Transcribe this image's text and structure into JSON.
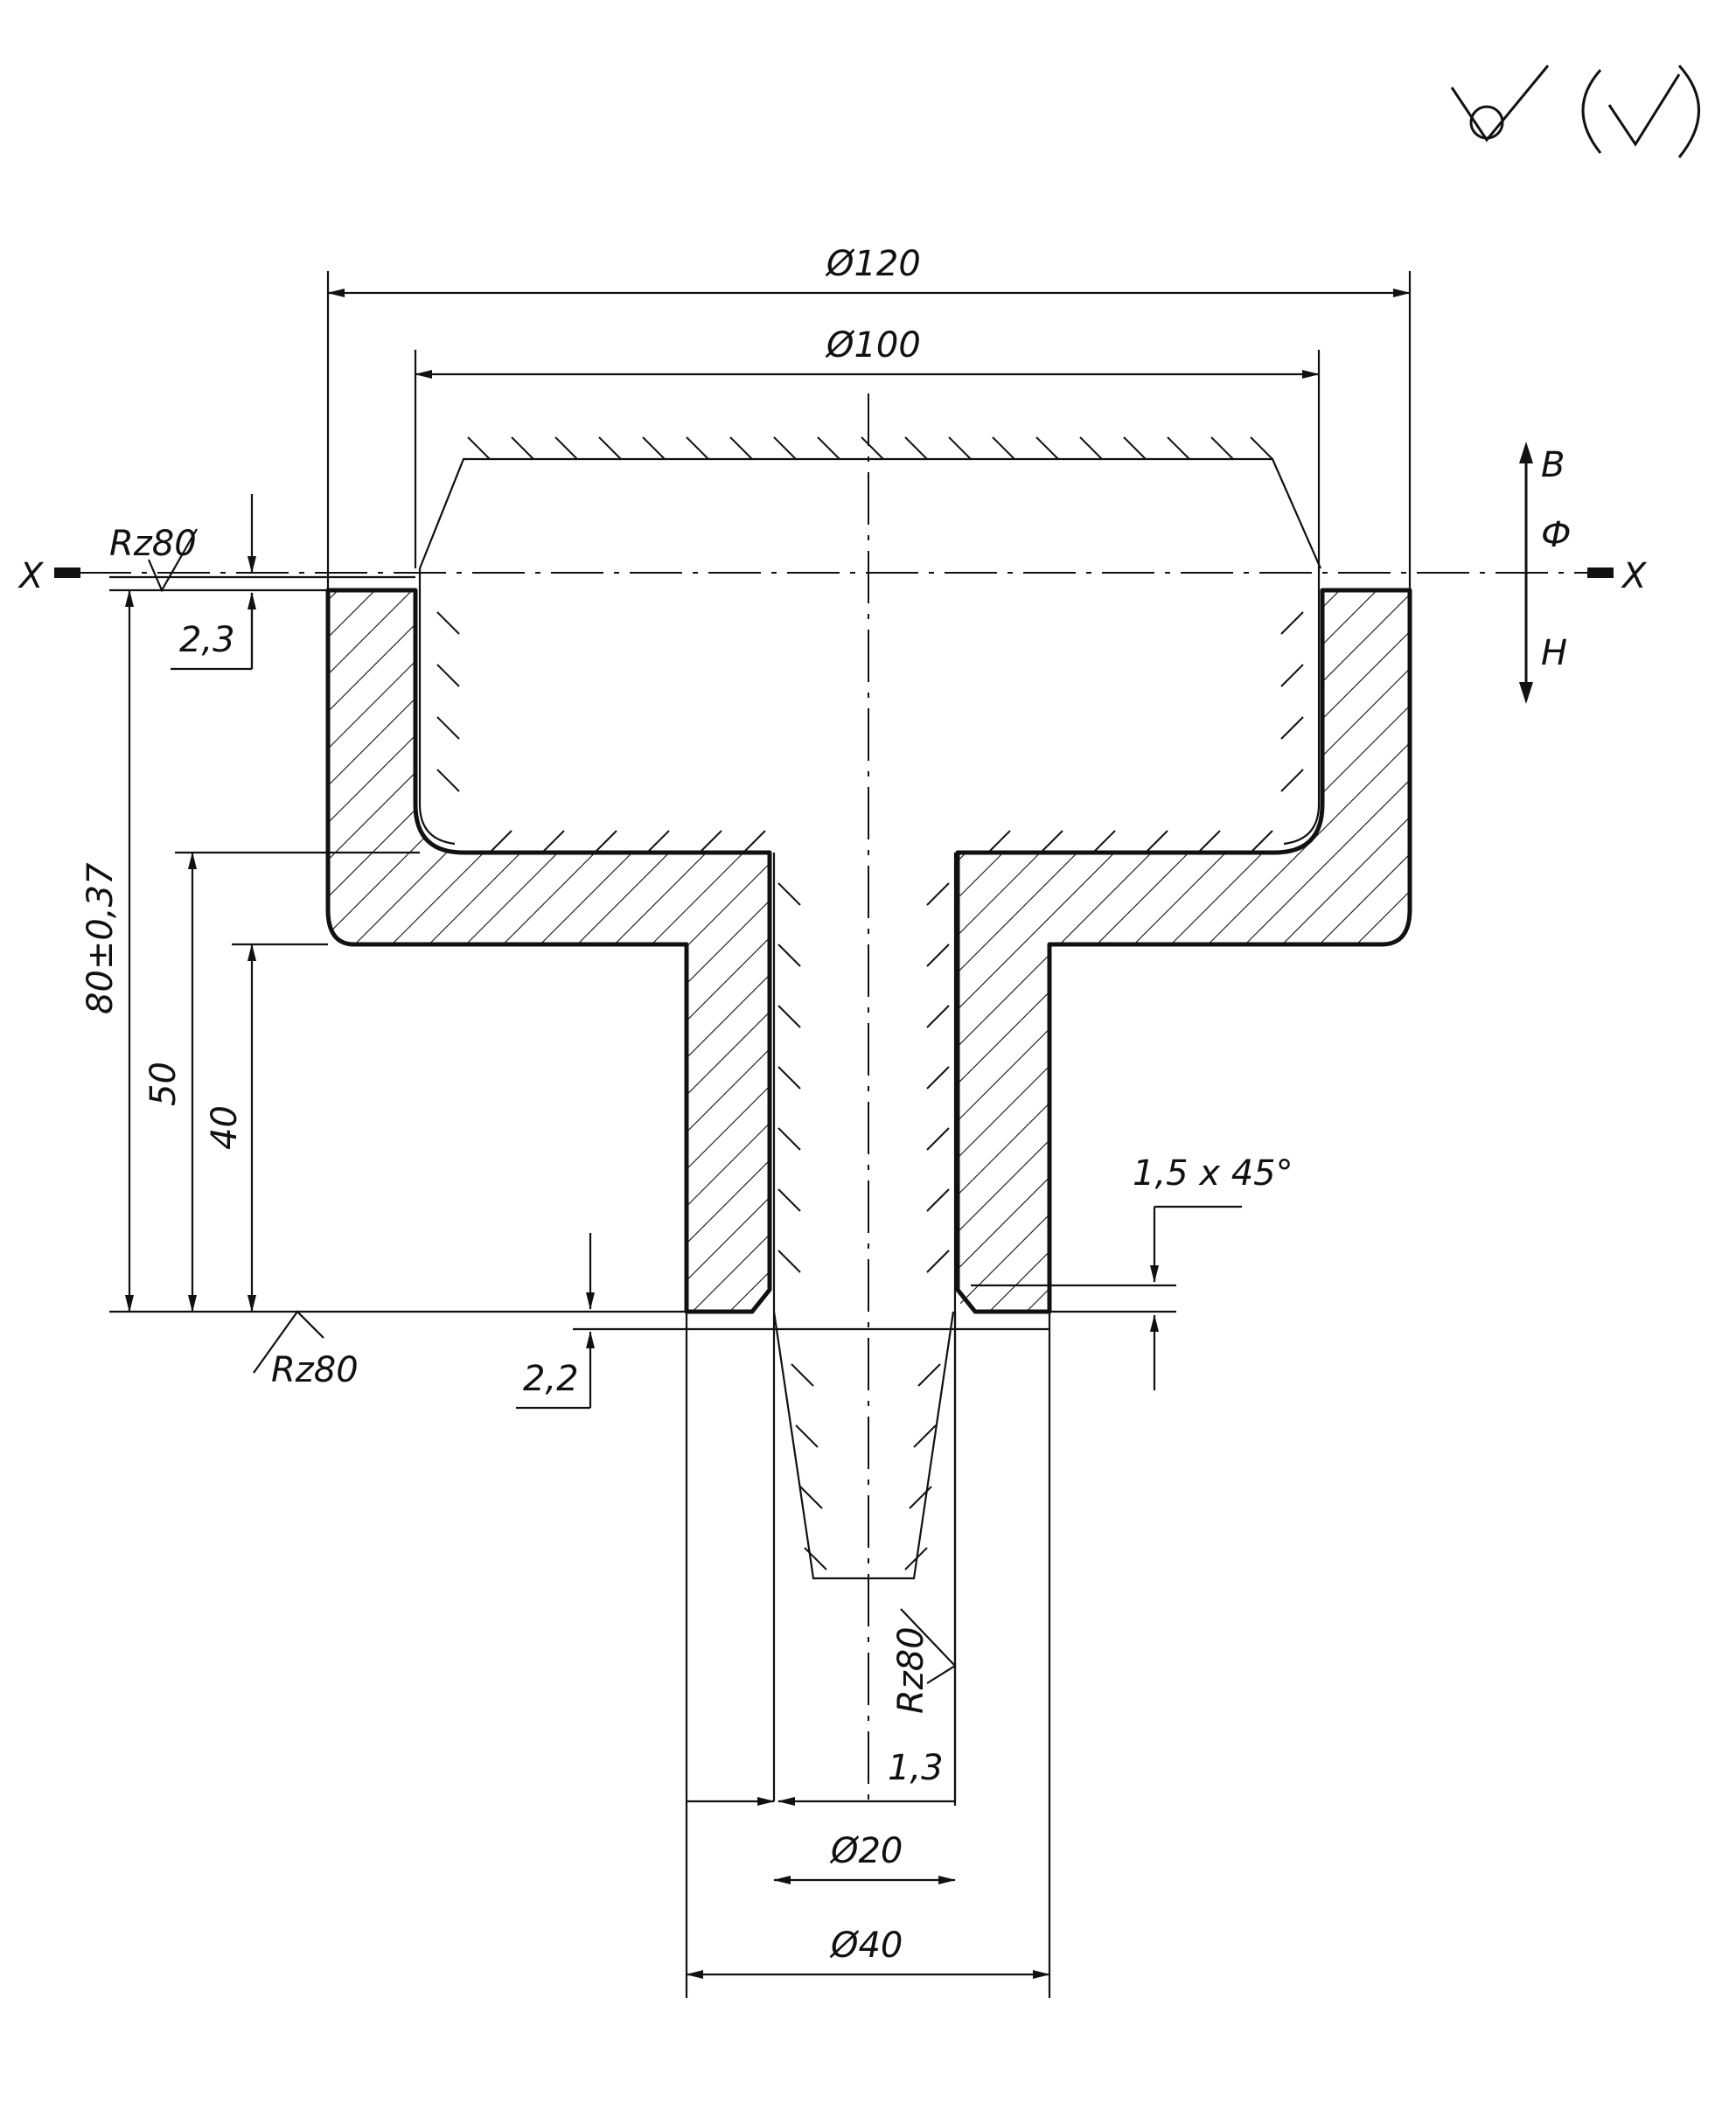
{
  "dimensions": {
    "d120": "Ø120",
    "d100": "Ø100",
    "d20": "Ø20",
    "d40": "Ø40",
    "h80": "80±0,37",
    "h50": "50",
    "h40": "40",
    "allow_top": "2,3",
    "allow_bottom": "2,2",
    "allow_bore": "1,3",
    "chamfer": "1,5 x 45°"
  },
  "roughness": {
    "top": "Rz80",
    "bottom": "Rz80",
    "bore": "Rz80"
  },
  "parting_line": {
    "left_label": "X",
    "right_label": "X",
    "upper": "В",
    "middle": "Ф",
    "lower": "Н"
  },
  "colors": {
    "ink": "#111111",
    "paper": "#ffffff"
  }
}
